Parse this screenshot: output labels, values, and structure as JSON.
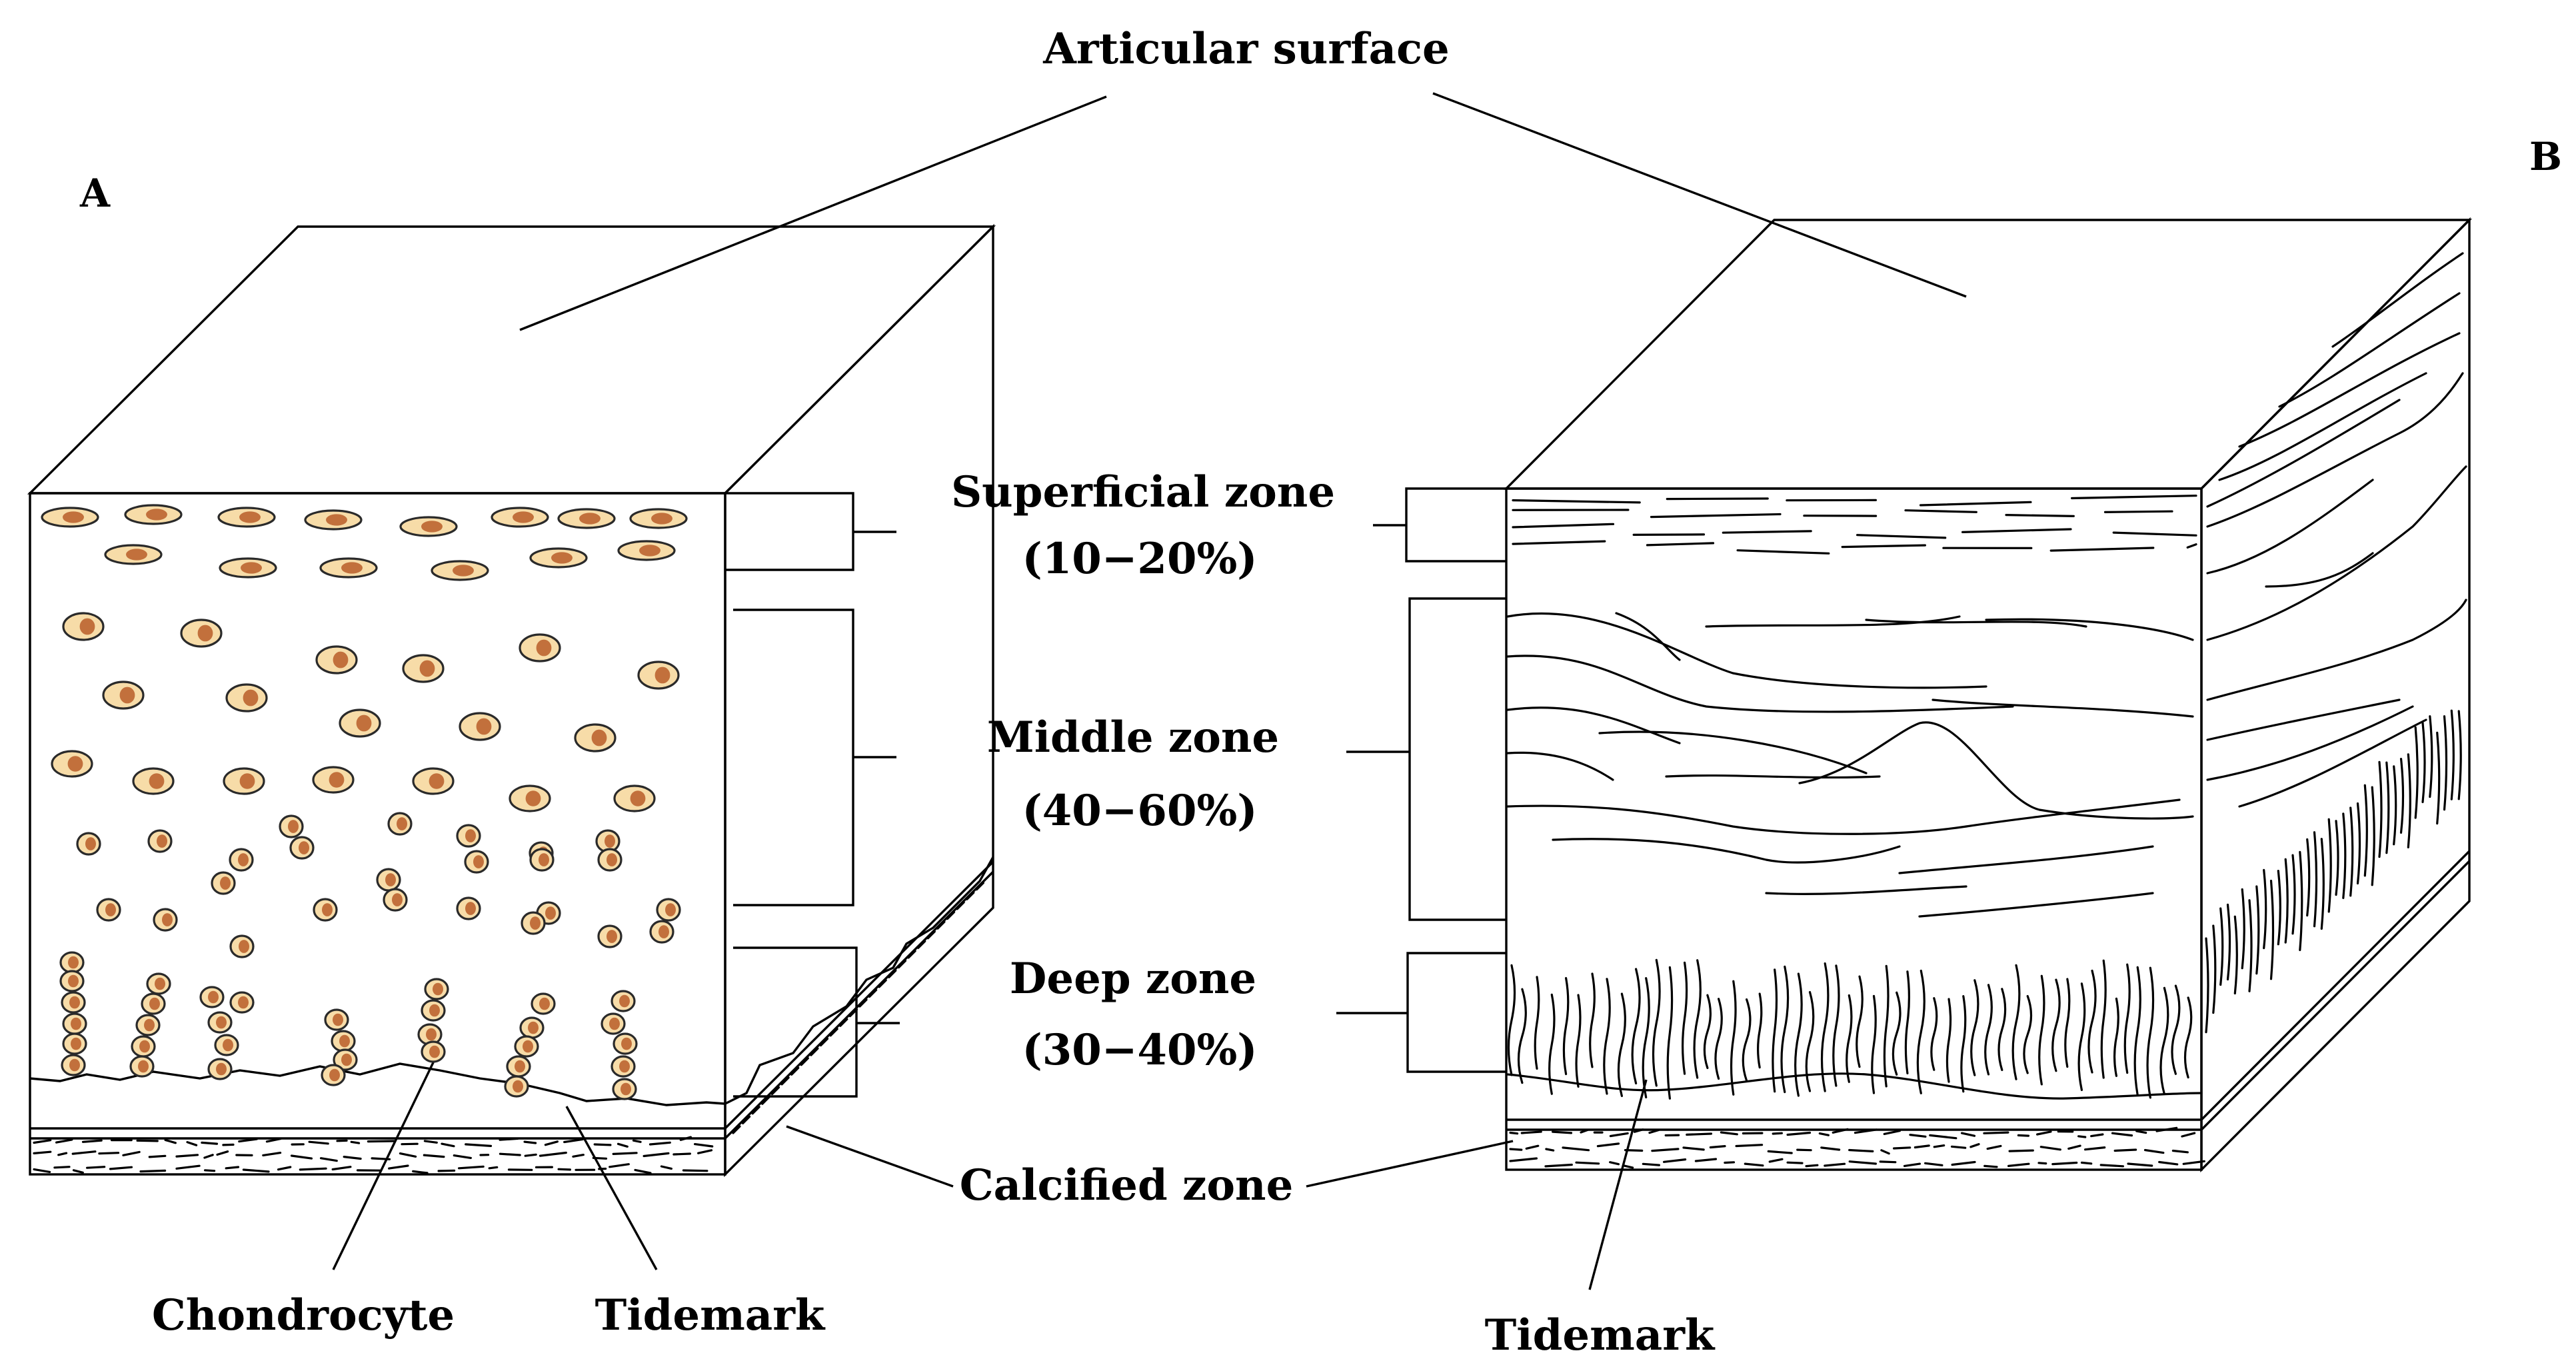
{
  "labels": {
    "articular_surface": "Articular surface",
    "panel_a": "A",
    "panel_b": "B",
    "superficial_zone": "Superficial zone",
    "superficial_pct": "(10−20%)",
    "middle_zone": "Middle zone",
    "middle_pct": "(40−60%)",
    "deep_zone": "Deep zone",
    "deep_pct": "(30−40%)",
    "calcified_zone": "Calcified zone",
    "chondrocyte": "Chondrocyte",
    "tidemark_a": "Tidemark",
    "tidemark_b": "Tidemark"
  },
  "colors": {
    "line": "#000000",
    "cell_fill": "#f7dca8",
    "cell_nucleus": "#c2703c",
    "background": "#ffffff"
  }
}
